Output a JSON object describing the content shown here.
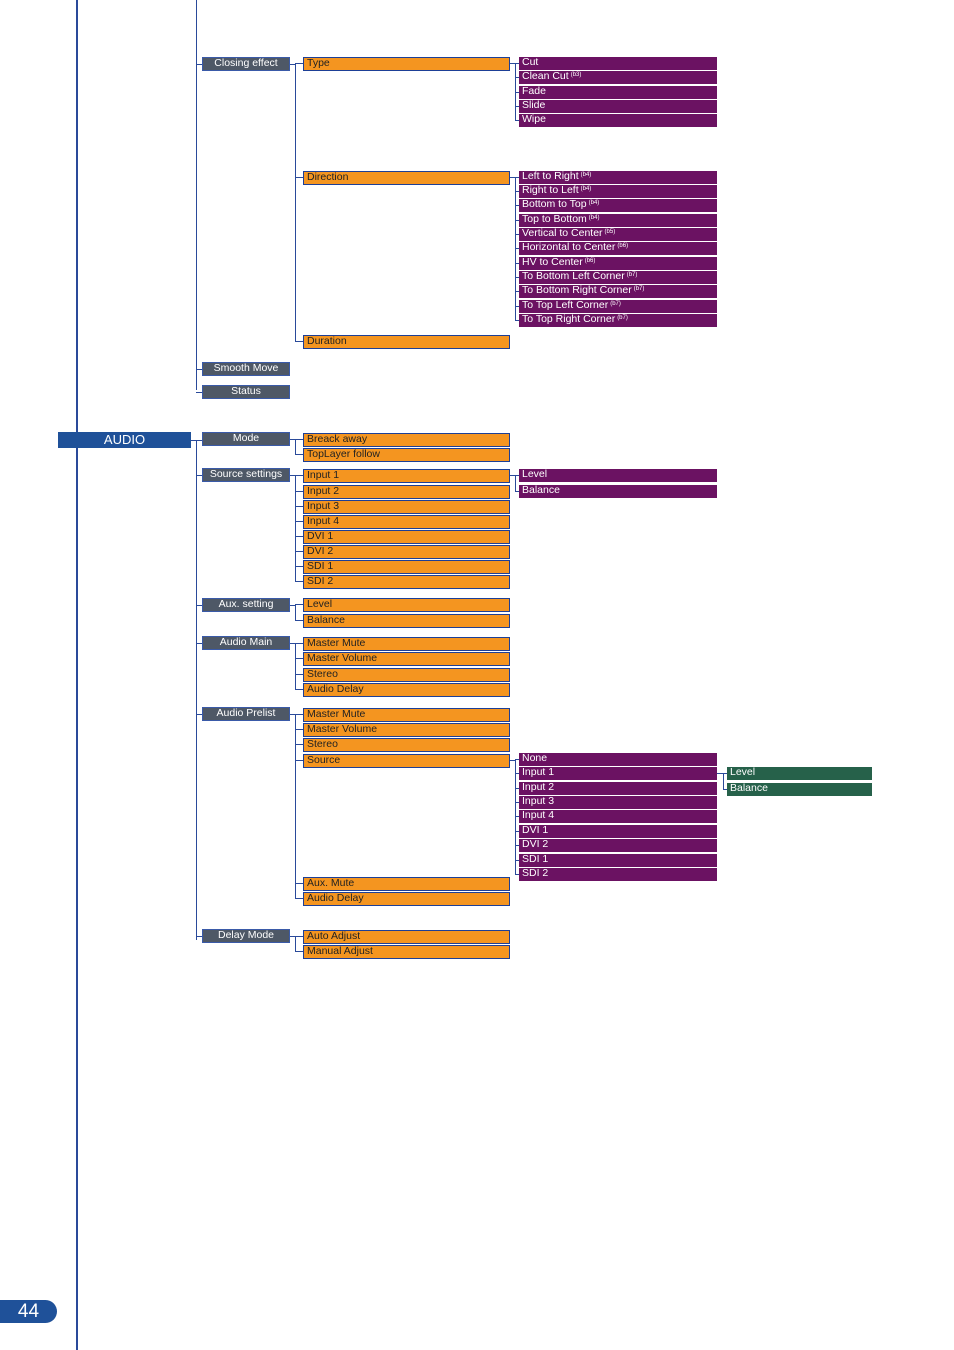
{
  "page_number": "44",
  "sections": [
    {
      "top": "Closing effect",
      "groups": [
        {
          "label": "Type",
          "children": [
            {
              "label": "Cut"
            },
            {
              "label": "Clean Cut",
              "note": "(b3)"
            },
            {
              "label": "Fade"
            },
            {
              "label": "Slide"
            },
            {
              "label": "Wipe"
            }
          ]
        },
        {
          "label": "Direction",
          "children": [
            {
              "label": "Left to Right",
              "note": "(b4)"
            },
            {
              "label": "Right to Left",
              "note": "(b4)"
            },
            {
              "label": "Bottom to Top",
              "note": "(b4)"
            },
            {
              "label": "Top to Bottom",
              "note": "(b4)"
            },
            {
              "label": "Vertical to Center",
              "note": "(b5)"
            },
            {
              "label": "Horizontal to Center",
              "note": "(b6)"
            },
            {
              "label": "HV to Center",
              "note": "(b6)"
            },
            {
              "label": "To Bottom Left Corner",
              "note": "(b7)"
            },
            {
              "label": "To Bottom Right Corner",
              "note": "(b7)"
            },
            {
              "label": "To Top Left Corner",
              "note": "(b7)"
            },
            {
              "label": "To Top Right Corner",
              "note": "(b7)"
            }
          ]
        },
        {
          "label": "Duration"
        }
      ]
    },
    {
      "top": "Smooth Move"
    },
    {
      "top": "Status"
    },
    {
      "root": "AUDIO",
      "top": "Mode",
      "groups": [
        {
          "label": "Breack away"
        },
        {
          "label": "TopLayer follow"
        }
      ]
    },
    {
      "top": "Source settings",
      "groups": [
        {
          "label": "Input 1",
          "children": [
            {
              "label": "Level"
            },
            {
              "label": "Balance"
            }
          ]
        },
        {
          "label": "Input 2"
        },
        {
          "label": "Input 3"
        },
        {
          "label": "Input 4"
        },
        {
          "label": "DVI 1"
        },
        {
          "label": "DVI 2"
        },
        {
          "label": "SDI 1"
        },
        {
          "label": "SDI 2"
        }
      ]
    },
    {
      "top": "Aux. setting",
      "groups": [
        {
          "label": "Level"
        },
        {
          "label": "Balance"
        }
      ]
    },
    {
      "top": "Audio Main",
      "groups": [
        {
          "label": "Master Mute"
        },
        {
          "label": "Master Volume"
        },
        {
          "label": "Stereo"
        },
        {
          "label": "Audio Delay"
        }
      ]
    },
    {
      "top": "Audio Prelist",
      "groups": [
        {
          "label": "Master Mute"
        },
        {
          "label": "Master Volume"
        },
        {
          "label": "Stereo"
        },
        {
          "label": "Source",
          "children": [
            {
              "label": "None"
            },
            {
              "label": "Input 1",
              "children": [
                {
                  "label": "Level"
                },
                {
                  "label": "Balance"
                }
              ]
            },
            {
              "label": "Input 2"
            },
            {
              "label": "Input 3"
            },
            {
              "label": "Input 4"
            },
            {
              "label": "DVI 1"
            },
            {
              "label": "DVI 2"
            },
            {
              "label": "SDI 1"
            },
            {
              "label": "SDI 2"
            }
          ]
        },
        {
          "label": "Aux. Mute"
        },
        {
          "label": "Audio Delay"
        }
      ]
    },
    {
      "top": "Delay Mode",
      "groups": [
        {
          "label": "Auto Adjust"
        },
        {
          "label": "Manual Adjust"
        }
      ]
    }
  ]
}
